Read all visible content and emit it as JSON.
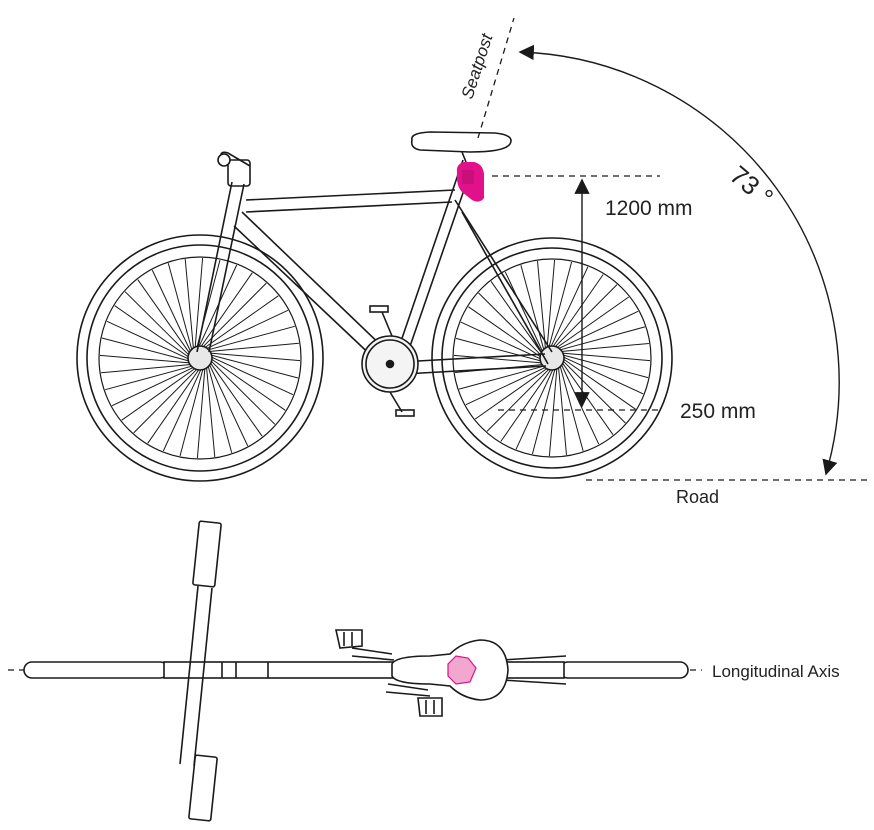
{
  "labels": {
    "seatpost": "Seatpost",
    "angle": "73 °",
    "height_upper": "1200 mm",
    "height_lower": "250 mm",
    "road": "Road",
    "longitudinal_axis": "Longitudinal Axis"
  },
  "colors": {
    "line": "#1a1a1a",
    "sensor": "#e0118a",
    "sensor_light": "#f2a7cf",
    "hub": "#e8e8e8"
  }
}
